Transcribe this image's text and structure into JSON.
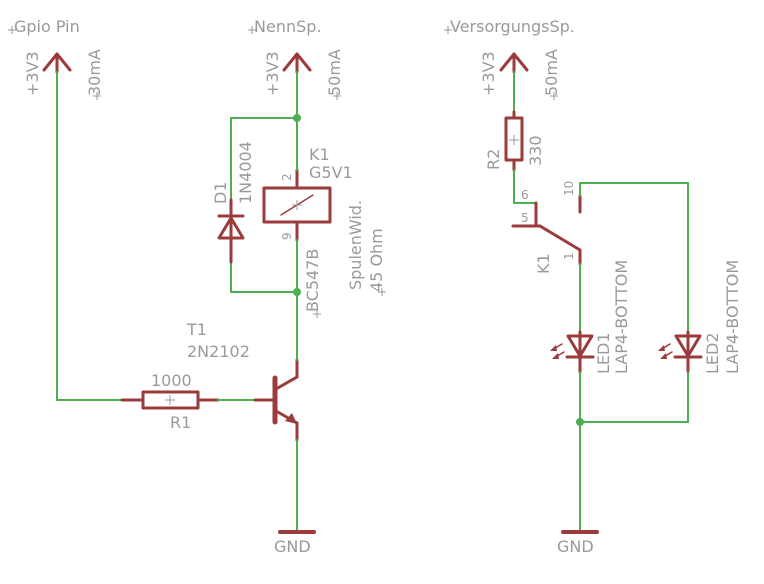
{
  "labels": {
    "gpio_pin": "Gpio Pin",
    "nenn_sp": "NennSp.",
    "versorgungs_sp": "VersorgungsSp.",
    "supply1_name": "+3V3",
    "supply1_current": "30mA",
    "supply2_name": "+3V3",
    "supply2_current": "50mA",
    "supply3_name": "+3V3",
    "supply3_current": "50mA",
    "d1_name": "D1",
    "d1_value": "1N4004",
    "k1_name": "K1",
    "k1_value": "G5V1",
    "k1_pin2": "2",
    "k1_pin9": "9",
    "coil_label": "SpulenWid.",
    "coil_value": "45 Ohm",
    "t1_part": "BC547B",
    "t1_name": "T1",
    "t1_value": "2N2102",
    "r1_value": "1000",
    "r1_name": "R1",
    "gnd1": "GND",
    "r2_name": "R2",
    "r2_value": "330",
    "k1_contact_name": "K1",
    "pin6": "6",
    "pin5": "5",
    "pin1": "1",
    "pin10": "10",
    "led1_name": "LED1",
    "led1_value": "LAP4-BOTTOM",
    "led2_name": "LED2",
    "led2_value": "LAP4-BOTTOM",
    "gnd2": "GND"
  },
  "colors": {
    "wire": "#4caf50",
    "part": "#9b3b3b",
    "text": "#9a9a9a"
  }
}
